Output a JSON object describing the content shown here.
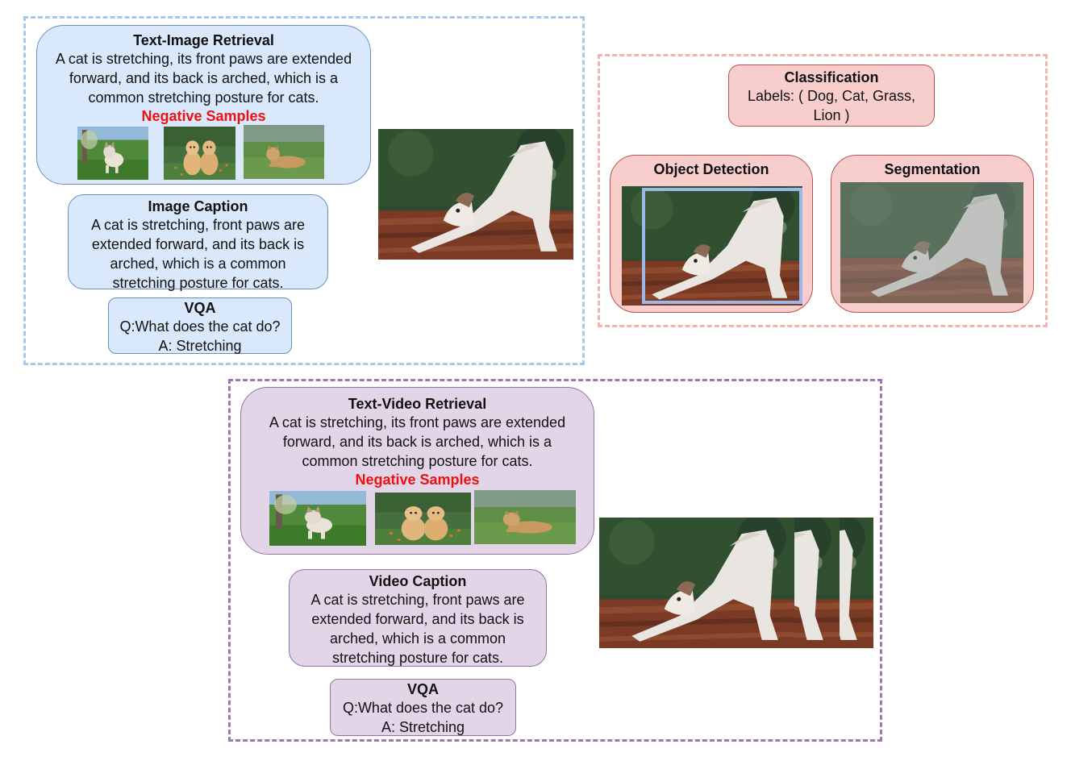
{
  "image_group": {
    "retrieval": {
      "title": "Text-Image Retrieval",
      "lines": [
        "A cat is stretching, its front paws are extended",
        "forward, and its back is arched, which is a",
        "common stretching posture for cats."
      ],
      "negative_label": "Negative Samples"
    },
    "caption": {
      "title": "Image Caption",
      "lines": [
        "A cat is stretching, front paws are",
        "extended forward, and its back is",
        "arched, which is a common",
        "stretching posture for cats."
      ]
    },
    "vqa": {
      "title": "VQA",
      "question": "Q:What does the cat do?",
      "answer": "A: Stretching"
    }
  },
  "vision_group": {
    "classification": {
      "title": "Classification",
      "lines": [
        "Labels: ( Dog, Cat, Grass,",
        "Lion )"
      ]
    },
    "detection": {
      "title": "Object Detection"
    },
    "segmentation": {
      "title": "Segmentation"
    }
  },
  "video_group": {
    "retrieval": {
      "title": "Text-Video Retrieval",
      "lines": [
        "A cat is stretching, its front paws are extended",
        "forward, and its back is arched, which is a",
        "common stretching posture for cats."
      ],
      "negative_label": "Negative Samples"
    },
    "caption": {
      "title": "Video Caption",
      "lines": [
        "A cat is stretching, front paws are",
        "extended forward, and its back is",
        "arched, which is a common",
        "stretching posture for cats."
      ]
    },
    "vqa": {
      "title": "VQA",
      "question": "Q:What does the cat do?",
      "answer": "A: Stretching"
    }
  },
  "colors": {
    "blue_fill": "#dae8fc",
    "blue_stroke": "#6c8ebf",
    "red_fill": "#f8cecc",
    "red_stroke": "#b85450",
    "purple_fill": "#e1d5e7",
    "purple_stroke": "#9673a6",
    "negative_text": "#ee1111"
  }
}
